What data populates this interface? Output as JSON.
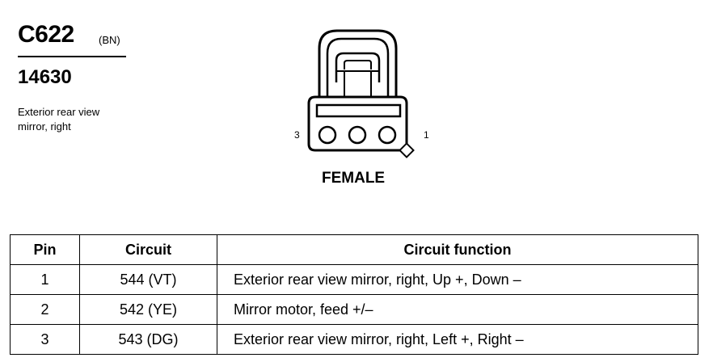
{
  "connector": {
    "id": "C622",
    "color_code": "(BN)",
    "part_number": "14630",
    "description_lines": [
      "Exterior rear view",
      "mirror, right"
    ],
    "pin_left_label": "3",
    "pin_right_label": "1",
    "gender": "FEMALE"
  },
  "table": {
    "headers": [
      "Pin",
      "Circuit",
      "Circuit function"
    ],
    "rows": [
      {
        "pin": "1",
        "circuit": "544 (VT)",
        "function": "Exterior rear view mirror, right, Up +, Down –"
      },
      {
        "pin": "2",
        "circuit": "542 (YE)",
        "function": "Mirror motor, feed +/–"
      },
      {
        "pin": "3",
        "circuit": "543 (DG)",
        "function": "Exterior rear view mirror, right, Left +, Right –"
      }
    ]
  }
}
